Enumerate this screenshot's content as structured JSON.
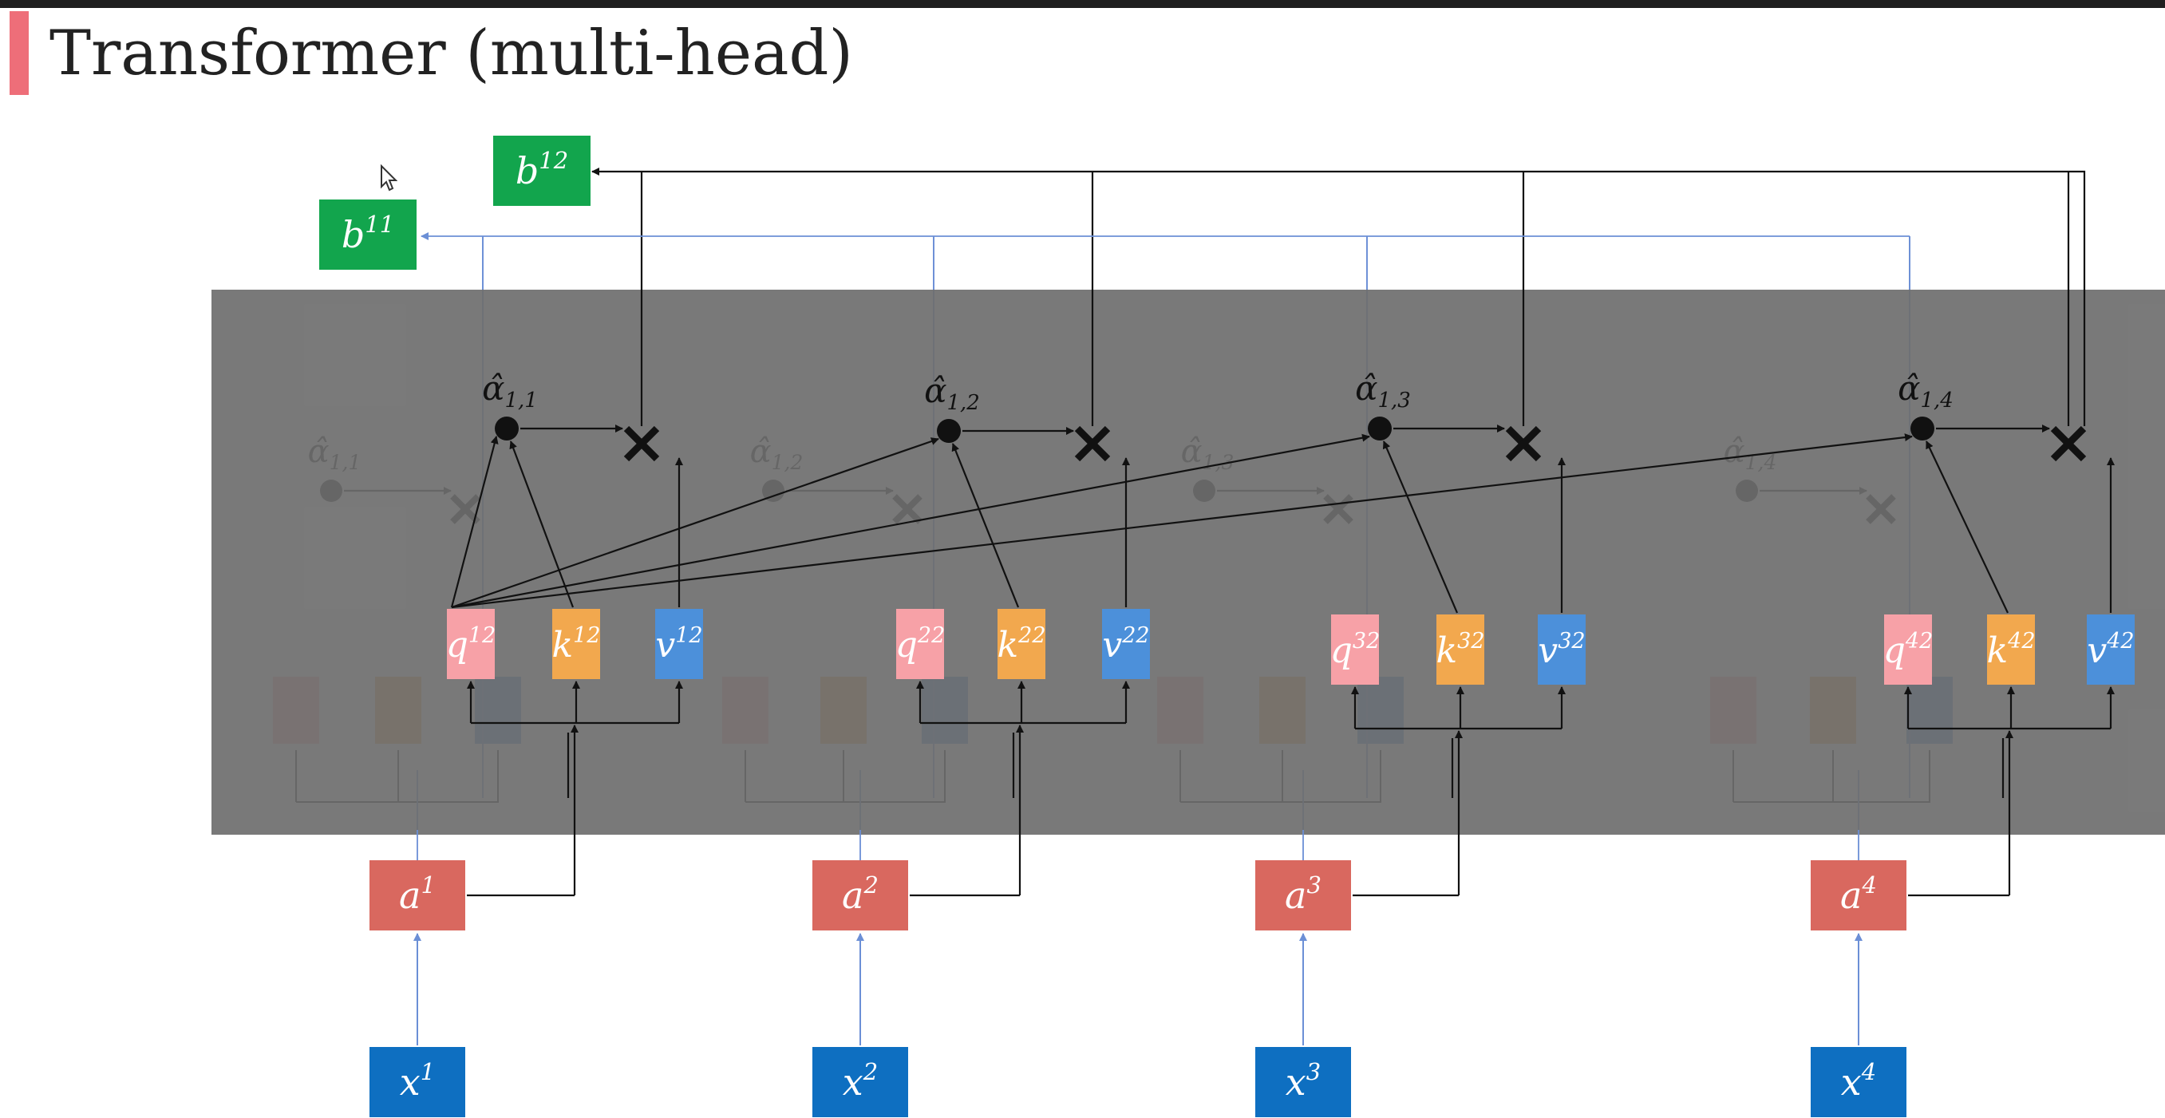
{
  "title": "Transformer (multi-head)",
  "colors": {
    "title_accent": "#ee6e79",
    "overlay": "#6e6e6e",
    "a_box": "#d9685f",
    "x_box": "#0e6fc1",
    "b_box": "#12a54d",
    "q_box": "#f7a1a7",
    "k_box": "#f2a84e",
    "v_box": "#4c90da",
    "line": "#111111",
    "connector": "#6b8fd6"
  },
  "outputs": {
    "b12": {
      "base": "b",
      "sup": "12"
    },
    "b11": {
      "base": "b",
      "sup": "11"
    }
  },
  "columns": [
    {
      "a": {
        "base": "a",
        "sup": "1"
      },
      "x": {
        "base": "x",
        "sup": "1"
      },
      "q": {
        "base": "q",
        "sup": "12"
      },
      "k": {
        "base": "k",
        "sup": "12"
      },
      "v": {
        "base": "v",
        "sup": "12"
      },
      "alpha": {
        "base": "α̂",
        "sub": "1,1"
      },
      "alpha_faded": {
        "base": "α̂",
        "sub": "1,1"
      }
    },
    {
      "a": {
        "base": "a",
        "sup": "2"
      },
      "x": {
        "base": "x",
        "sup": "2"
      },
      "q": {
        "base": "q",
        "sup": "22"
      },
      "k": {
        "base": "k",
        "sup": "22"
      },
      "v": {
        "base": "v",
        "sup": "22"
      },
      "alpha": {
        "base": "α̂",
        "sub": "1,2"
      },
      "alpha_faded": {
        "base": "α̂",
        "sub": "1,2"
      }
    },
    {
      "a": {
        "base": "a",
        "sup": "3"
      },
      "x": {
        "base": "x",
        "sup": "3"
      },
      "q": {
        "base": "q",
        "sup": "32"
      },
      "k": {
        "base": "k",
        "sup": "32"
      },
      "v": {
        "base": "v",
        "sup": "32"
      },
      "alpha": {
        "base": "α̂",
        "sub": "1,3"
      },
      "alpha_faded": {
        "base": "α̂",
        "sub": "1,3"
      }
    },
    {
      "a": {
        "base": "a",
        "sup": "4"
      },
      "x": {
        "base": "x",
        "sup": "4"
      },
      "q": {
        "base": "q",
        "sup": "42"
      },
      "k": {
        "base": "k",
        "sup": "42"
      },
      "v": {
        "base": "v",
        "sup": "42"
      },
      "alpha": {
        "base": "α̂",
        "sub": "1,4"
      },
      "alpha_faded": {
        "base": "α̂",
        "sub": "1,4"
      }
    }
  ]
}
